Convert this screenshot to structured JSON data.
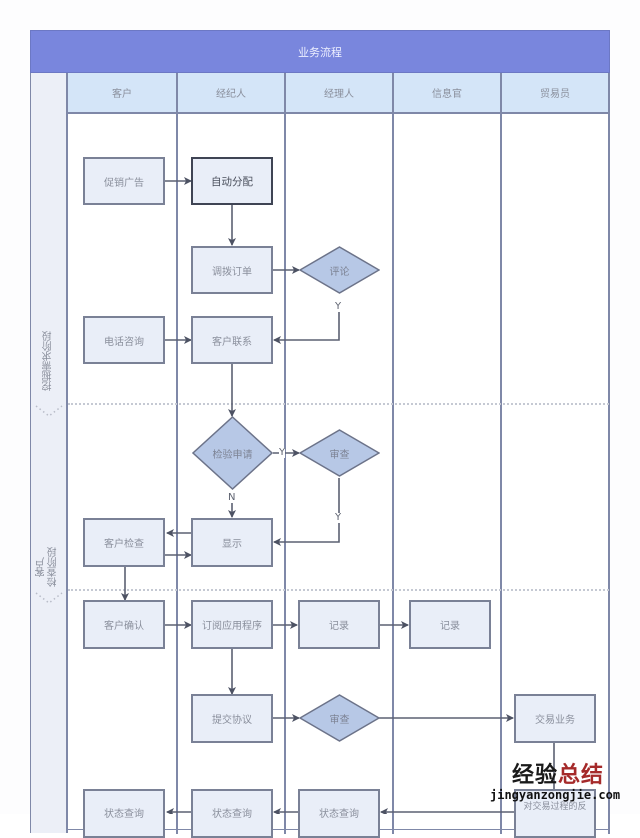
{
  "diagram": {
    "title": "业务流程",
    "colors": {
      "title_band": "#7986dd",
      "lane_header": "#d4e5f8",
      "node_fill": "#e9eef8",
      "decision_fill": "#b7c8e6",
      "border": "#7a8196"
    },
    "lanes": [
      {
        "id": "customer",
        "label": "客户"
      },
      {
        "id": "broker",
        "label": "经纪人"
      },
      {
        "id": "manager",
        "label": "经理人"
      },
      {
        "id": "info_officer",
        "label": "信息官"
      },
      {
        "id": "trader",
        "label": "贸易员"
      }
    ],
    "phases": [
      {
        "id": "phase1",
        "label": "挖掘需求阶段"
      },
      {
        "id": "phase2",
        "label": "客户\n检查阶段"
      }
    ],
    "nodes": [
      {
        "id": "promo",
        "type": "process",
        "lane": "customer",
        "label": "促销广告"
      },
      {
        "id": "auto_assign",
        "type": "process",
        "lane": "broker",
        "label": "自动分配",
        "emphasis": true
      },
      {
        "id": "allocate_order",
        "type": "process",
        "lane": "broker",
        "label": "调拨订单"
      },
      {
        "id": "review_comment",
        "type": "decision",
        "lane": "manager",
        "label": "评论"
      },
      {
        "id": "phone_consult",
        "type": "process",
        "lane": "customer",
        "label": "电话咨询"
      },
      {
        "id": "contact_customer",
        "type": "process",
        "lane": "broker",
        "label": "客户联系"
      },
      {
        "id": "verify_request",
        "type": "decision",
        "lane": "broker",
        "label": "检验申请"
      },
      {
        "id": "audit1",
        "type": "decision",
        "lane": "manager",
        "label": "审查"
      },
      {
        "id": "customer_check",
        "type": "process",
        "lane": "customer",
        "label": "客户检查"
      },
      {
        "id": "display",
        "type": "process",
        "lane": "broker",
        "label": "显示"
      },
      {
        "id": "customer_confirm",
        "type": "process",
        "lane": "customer",
        "label": "客户确认"
      },
      {
        "id": "subscribe_app",
        "type": "process",
        "lane": "broker",
        "label": "订阅应用程序"
      },
      {
        "id": "record1",
        "type": "process",
        "lane": "manager",
        "label": "记录"
      },
      {
        "id": "record2",
        "type": "process",
        "lane": "info_officer",
        "label": "记录"
      },
      {
        "id": "submit_agreement",
        "type": "process",
        "lane": "broker",
        "label": "提交协议"
      },
      {
        "id": "audit2",
        "type": "decision",
        "lane": "manager",
        "label": "审查"
      },
      {
        "id": "trade_business",
        "type": "process",
        "lane": "trader",
        "label": "交易业务"
      },
      {
        "id": "status_query1",
        "type": "process",
        "lane": "customer",
        "label": "状态查询"
      },
      {
        "id": "status_query2",
        "type": "process",
        "lane": "broker",
        "label": "状态查询"
      },
      {
        "id": "status_query3",
        "type": "process",
        "lane": "manager",
        "label": "状态查询"
      },
      {
        "id": "trade_feedback",
        "type": "process",
        "lane": "trader",
        "label": "对交易过程的反"
      }
    ],
    "edges": [
      {
        "from": "promo",
        "to": "auto_assign",
        "label": ""
      },
      {
        "from": "auto_assign",
        "to": "allocate_order",
        "label": ""
      },
      {
        "from": "allocate_order",
        "to": "review_comment",
        "label": ""
      },
      {
        "from": "review_comment",
        "to": "contact_customer",
        "label": "Y"
      },
      {
        "from": "phone_consult",
        "to": "contact_customer",
        "label": ""
      },
      {
        "from": "contact_customer",
        "to": "verify_request",
        "label": ""
      },
      {
        "from": "verify_request",
        "to": "audit1",
        "label": "Y"
      },
      {
        "from": "verify_request",
        "to": "display",
        "label": "N"
      },
      {
        "from": "audit1",
        "to": "display",
        "label": "Y"
      },
      {
        "from": "display",
        "to": "customer_check",
        "label": ""
      },
      {
        "from": "customer_check",
        "to": "display",
        "label": ""
      },
      {
        "from": "customer_check",
        "to": "customer_confirm",
        "label": ""
      },
      {
        "from": "customer_confirm",
        "to": "subscribe_app",
        "label": ""
      },
      {
        "from": "subscribe_app",
        "to": "record1",
        "label": ""
      },
      {
        "from": "record1",
        "to": "record2",
        "label": ""
      },
      {
        "from": "subscribe_app",
        "to": "submit_agreement",
        "label": ""
      },
      {
        "from": "submit_agreement",
        "to": "audit2",
        "label": ""
      },
      {
        "from": "audit2",
        "to": "trade_business",
        "label": ""
      },
      {
        "from": "trade_business",
        "to": "trade_feedback",
        "label": ""
      },
      {
        "from": "status_query2",
        "to": "status_query1",
        "label": ""
      },
      {
        "from": "status_query3",
        "to": "status_query2",
        "label": ""
      },
      {
        "from": "trade_feedback",
        "to": "status_query3",
        "label": ""
      }
    ]
  },
  "watermark": {
    "cn_part1": "经验",
    "cn_part2": "总结",
    "url": "jingyanzongjie.com"
  }
}
